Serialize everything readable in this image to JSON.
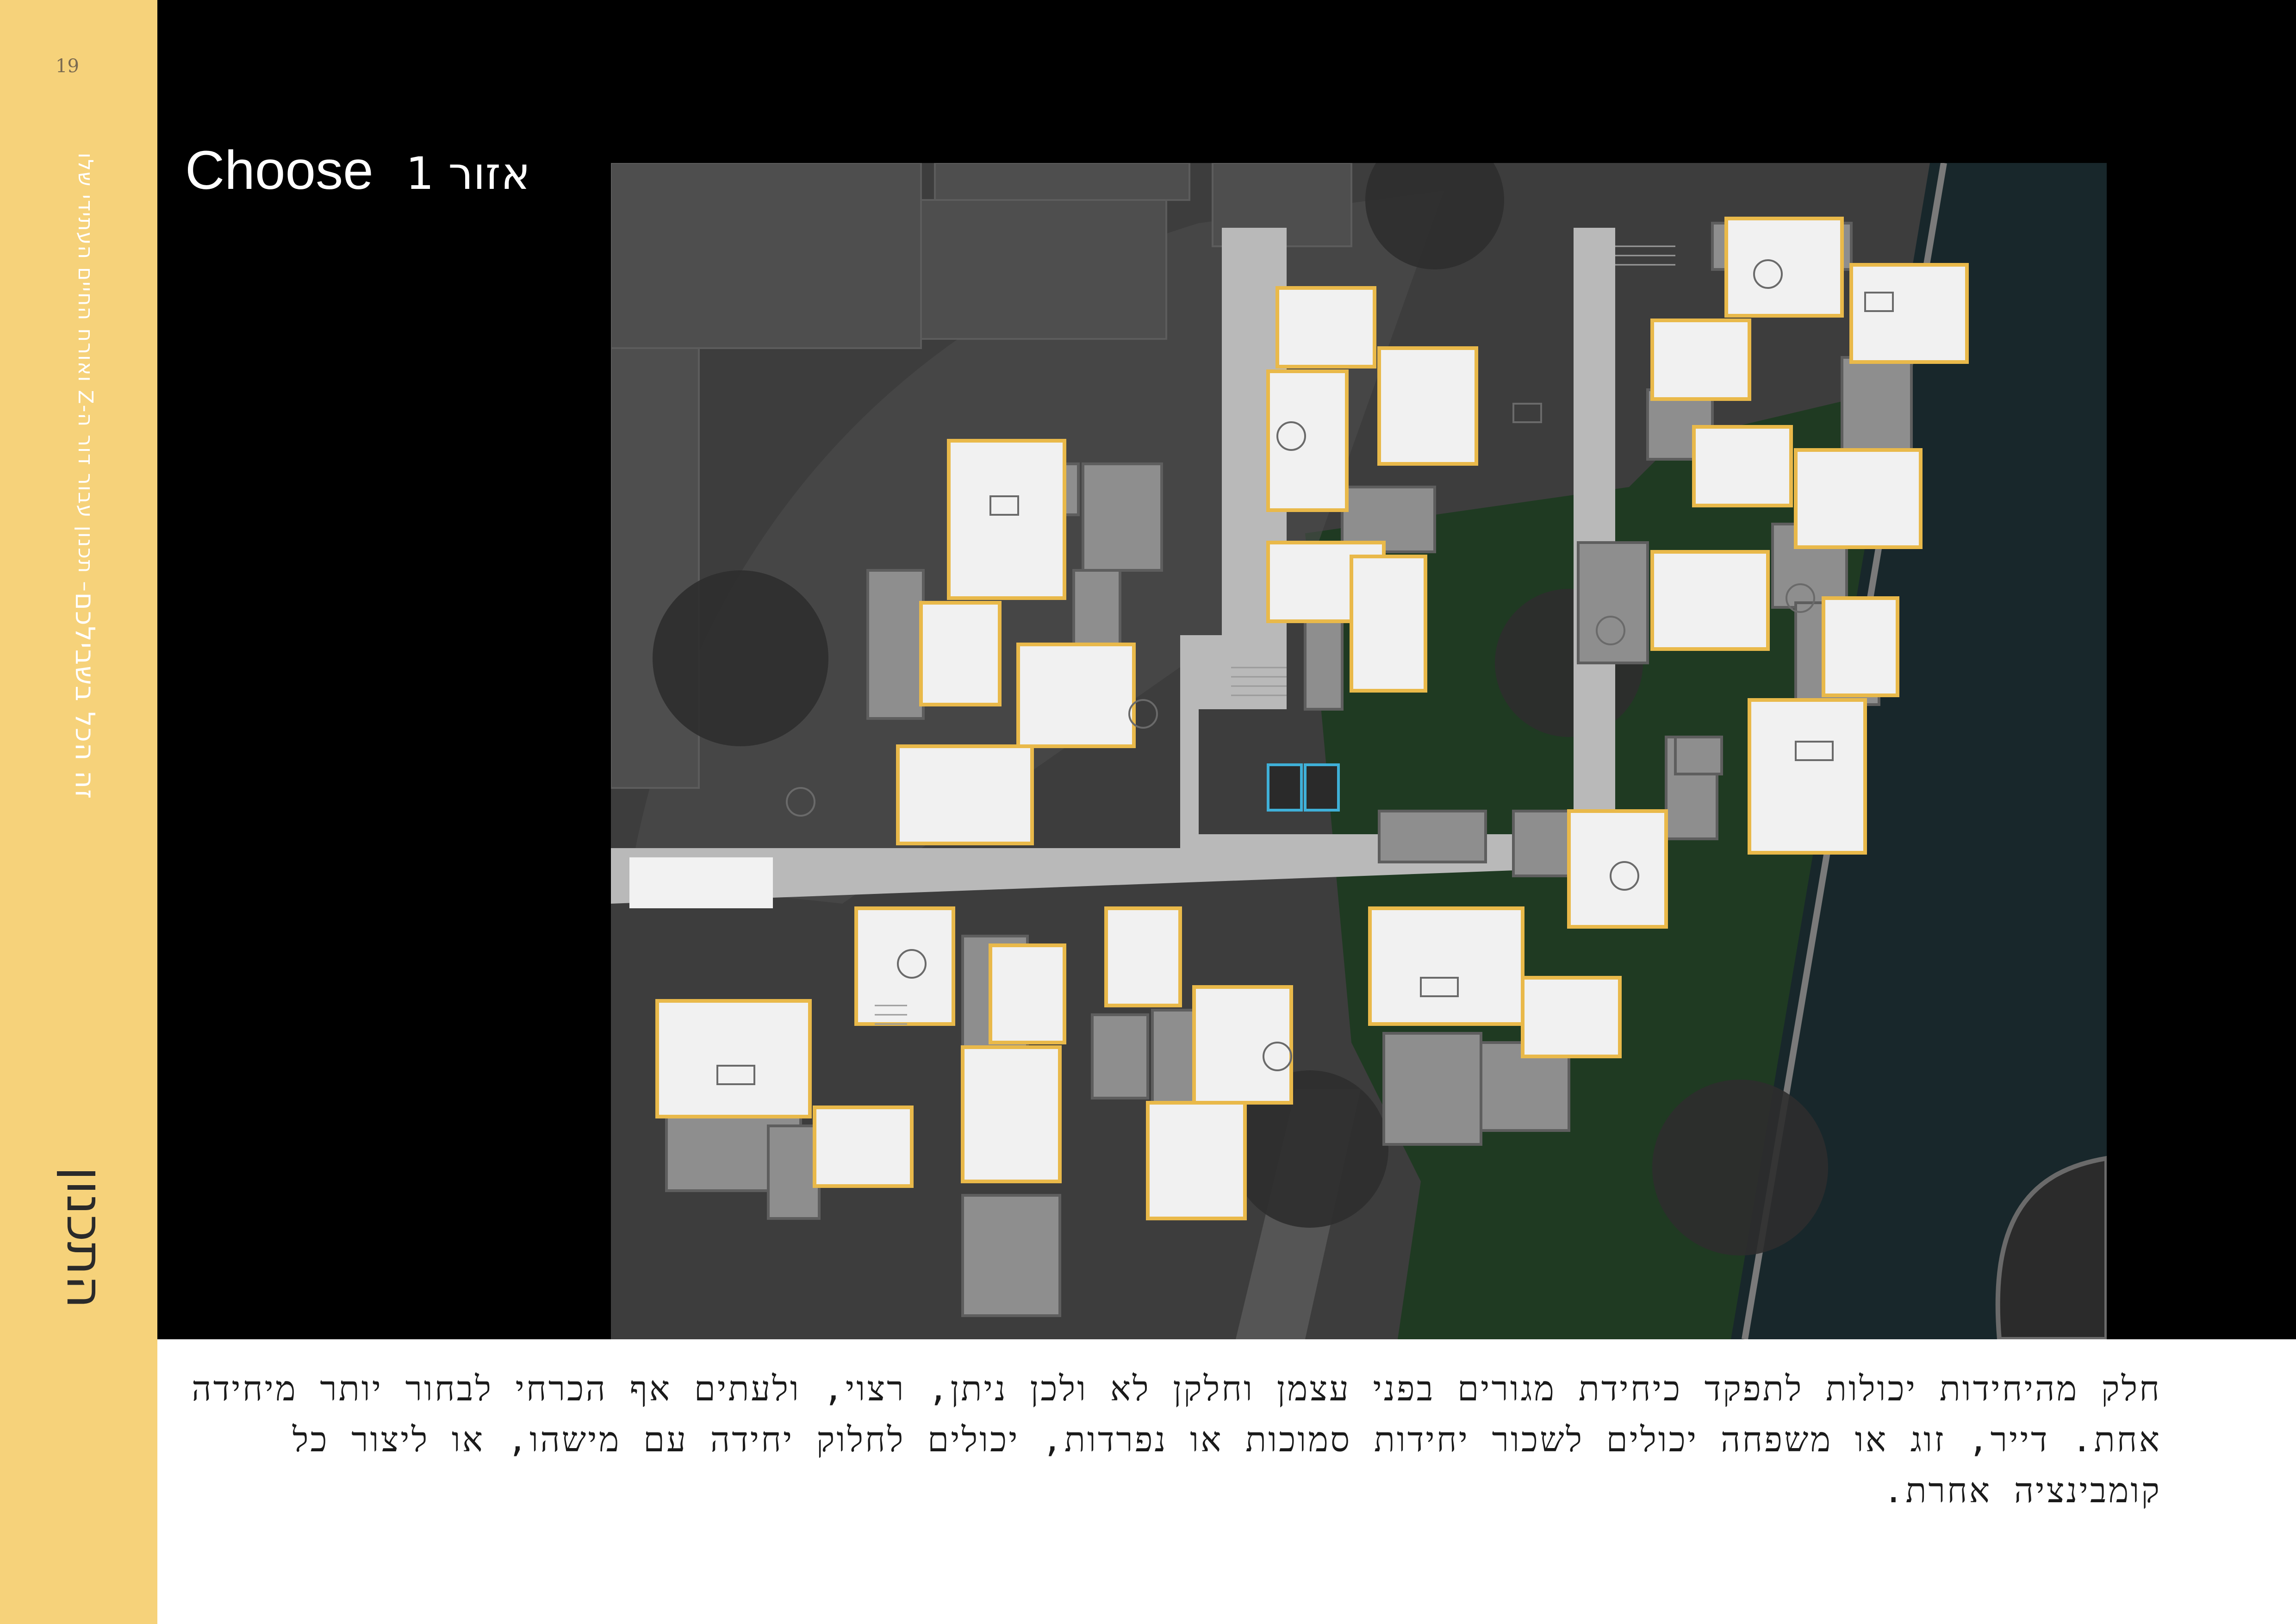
{
  "sidebar": {
    "page_number": "19",
    "subtitle_bold": "זה הכל בשבילכם",
    "subtitle_rest": "– תכנון עבור דור ה-Z ואורח החיים העתידי שלו",
    "section_title": "התכנון"
  },
  "heading": {
    "english": "Choose",
    "hebrew": "אזור 1"
  },
  "body": {
    "paragraph": "חלק מהיחידות יכולות לתפקד כיחידת מגורים בפני עצמן וחלקן לא ולכן ניתן, רצוי, ולעתים אף הכרחי לבחור יותר מיחידה אחת. דייר, זוג או משפחה יכולים לשכור יחידות סמוכות או נפרדות, יכולים לחלוק יחידה עם מישהו, או ליצור כל קומבינציה אחרת."
  },
  "colors": {
    "sidebar": "#f6d27a",
    "panel": "#000000",
    "lawn": "#1f3a22",
    "road": "#1a2a2c",
    "unit_border": "#e9b94a",
    "path": "#bdbdbd"
  }
}
